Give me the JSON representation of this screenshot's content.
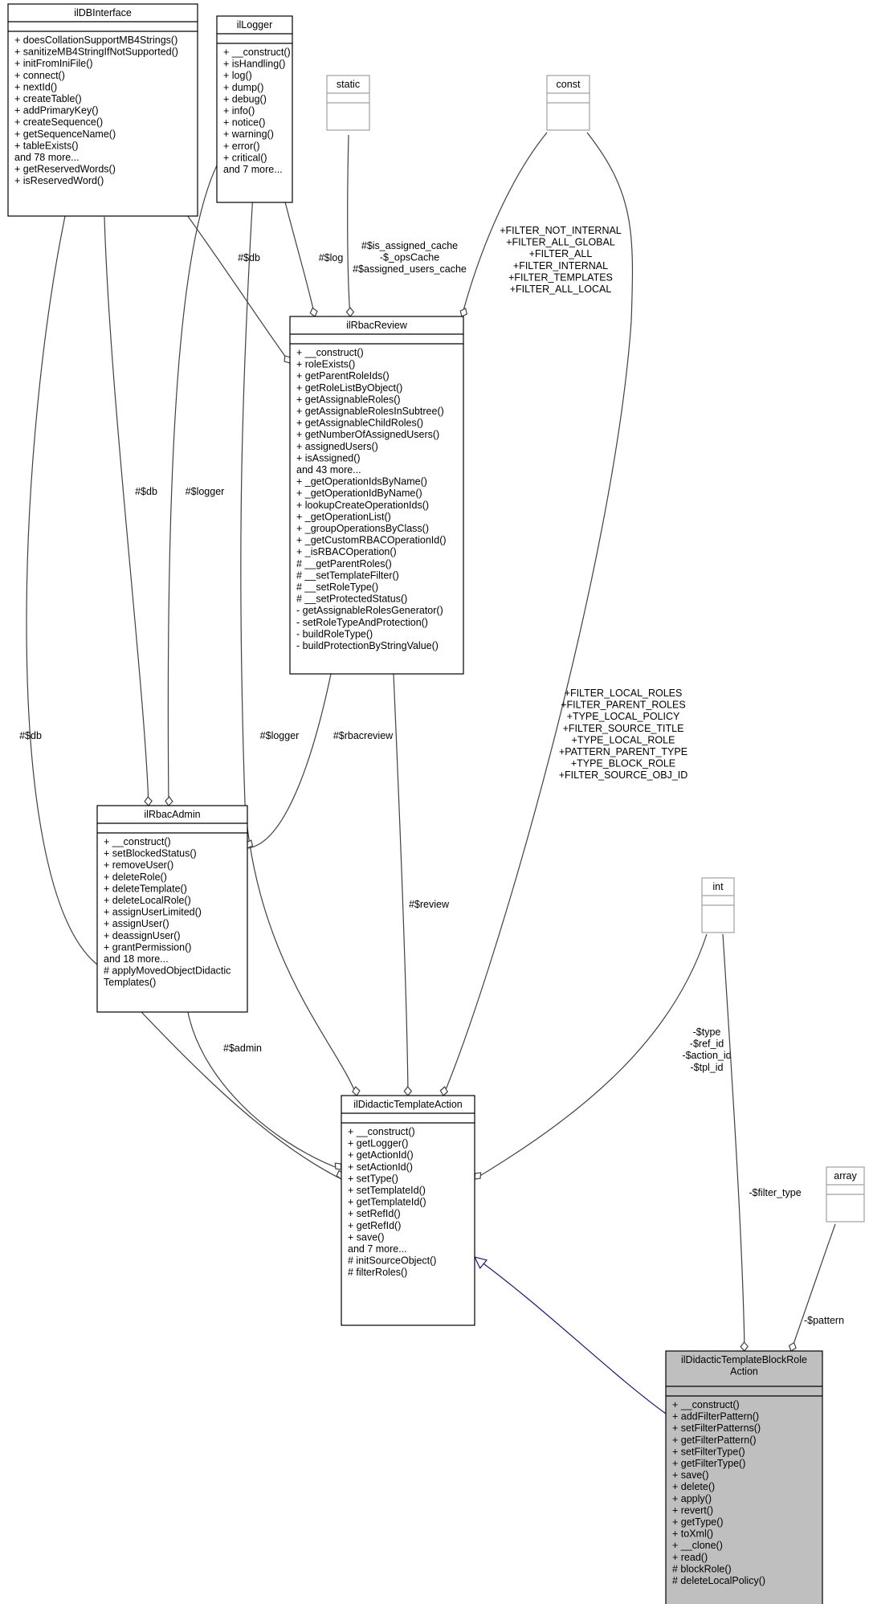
{
  "classes": {
    "ildbinterface": {
      "name": [
        "ilDBInterface"
      ],
      "attributes": [],
      "methods": [
        "+ doesCollationSupportMB4Strings()",
        "+ sanitizeMB4StringIfNotSupported()",
        "+ initFromIniFile()",
        "+ connect()",
        "+ nextId()",
        "+ createTable()",
        "+ addPrimaryKey()",
        "+ createSequence()",
        "+ getSequenceName()",
        "+ tableExists()",
        "and 78 more...",
        "+ getReservedWords()",
        "+ isReservedWord()"
      ],
      "style": "normal"
    },
    "illogger": {
      "name": [
        "ilLogger"
      ],
      "attributes": [],
      "methods": [
        "+ __construct()",
        "+ isHandling()",
        "+ log()",
        "+ dump()",
        "+ debug()",
        "+ info()",
        "+ notice()",
        "+ warning()",
        "+ error()",
        "+ critical()",
        "and 7 more..."
      ],
      "style": "normal"
    },
    "static": {
      "name": [
        "static"
      ],
      "attributes": [],
      "methods": [],
      "style": "grey"
    },
    "const": {
      "name": [
        "const"
      ],
      "attributes": [],
      "methods": [],
      "style": "grey"
    },
    "ilrbacreview": {
      "name": [
        "ilRbacReview"
      ],
      "attributes": [],
      "methods": [
        "+ __construct()",
        "+ roleExists()",
        "+ getParentRoleIds()",
        "+ getRoleListByObject()",
        "+ getAssignableRoles()",
        "+ getAssignableRolesInSubtree()",
        "+ getAssignableChildRoles()",
        "+ getNumberOfAssignedUsers()",
        "+ assignedUsers()",
        "+ isAssigned()",
        "and 43 more...",
        "+ _getOperationIdsByName()",
        "+ _getOperationIdByName()",
        "+ lookupCreateOperationIds()",
        "+ _getOperationList()",
        "+ _groupOperationsByClass()",
        "+ _getCustomRBACOperationId()",
        "+ _isRBACOperation()",
        "# __getParentRoles()",
        "# __setTemplateFilter()",
        "# __setRoleType()",
        "# __setProtectedStatus()",
        "- getAssignableRolesGenerator()",
        "- setRoleTypeAndProtection()",
        "- buildRoleType()",
        "- buildProtectionByStringValue()"
      ],
      "style": "normal"
    },
    "ilrbacadmin": {
      "name": [
        "ilRbacAdmin"
      ],
      "attributes": [],
      "methods": [
        "+ __construct()",
        "+ setBlockedStatus()",
        "+ removeUser()",
        "+ deleteRole()",
        "+ deleteTemplate()",
        "+ deleteLocalRole()",
        "+ assignUserLimited()",
        "+ assignUser()",
        "+ deassignUser()",
        "+ grantPermission()",
        "and 18 more...",
        "# applyMovedObjectDidactic",
        "Templates()"
      ],
      "style": "normal"
    },
    "int": {
      "name": [
        "int"
      ],
      "attributes": [],
      "methods": [],
      "style": "grey"
    },
    "array": {
      "name": [
        "array"
      ],
      "attributes": [],
      "methods": [],
      "style": "grey"
    },
    "ildidactictemplateaction": {
      "name": [
        "ilDidacticTemplateAction"
      ],
      "attributes": [],
      "methods": [
        "+ __construct()",
        "+ getLogger()",
        "+ getActionId()",
        "+ setActionId()",
        "+ setType()",
        "+ setTemplateId()",
        "+ getTemplateId()",
        "+ setRefId()",
        "+ getRefId()",
        "+ save()",
        "and 7 more...",
        "# initSourceObject()",
        "# filterRoles()"
      ],
      "style": "normal"
    },
    "ildidactictemplateblockroleaction": {
      "name": [
        "ilDidacticTemplateBlockRole",
        "Action"
      ],
      "attributes": [],
      "methods": [
        "+ __construct()",
        "+ addFilterPattern()",
        "+ setFilterPatterns()",
        "+ getFilterPattern()",
        "+ setFilterType()",
        "+ getFilterType()",
        "+ save()",
        "+ delete()",
        "+ apply()",
        "+ revert()",
        "+ getType()",
        "+ toXml()",
        "+ __clone()",
        "+ read()",
        "# blockRole()",
        "# deleteLocalPolicy()"
      ],
      "style": "focus"
    }
  },
  "edge_labels": {
    "dbinterface_review": [
      "#$db"
    ],
    "logger_review": [
      "#$log"
    ],
    "static_review": [
      "#$is_assigned_cache",
      "-$_opsCache",
      "#$assigned_users_cache"
    ],
    "const_review": [
      "+FILTER_NOT_INTERNAL",
      "+FILTER_ALL_GLOBAL",
      "+FILTER_ALL",
      "+FILTER_INTERNAL",
      "+FILTER_TEMPLATES",
      "+FILTER_ALL_LOCAL"
    ],
    "dbinterface_admin": [
      "#$db"
    ],
    "logger_admin": [
      "#$logger"
    ],
    "dbinterface_action": [
      "#$db"
    ],
    "logger_action": [
      "#$logger"
    ],
    "review_admin": [
      "#$rbacreview"
    ],
    "review_action": [
      "#$review"
    ],
    "const_action": [
      "+FILTER_LOCAL_ROLES",
      "+FILTER_PARENT_ROLES",
      "+TYPE_LOCAL_POLICY",
      "+FILTER_SOURCE_TITLE",
      "+TYPE_LOCAL_ROLE",
      "+PATTERN_PARENT_TYPE",
      "+TYPE_BLOCK_ROLE",
      "+FILTER_SOURCE_OBJ_ID"
    ],
    "admin_action": [
      "#$admin"
    ],
    "int_action": [
      "-$type",
      "-$ref_id",
      "-$action_id",
      "-$tpl_id"
    ],
    "int_block": [
      "-$filter_type"
    ],
    "array_block": [
      "-$pattern"
    ]
  },
  "colors": {
    "box_border": "#000000",
    "grey_border": "#a0a0a0",
    "focus_fill": "#bfbfbf",
    "edge": "#404040",
    "inherit_edge": "#191970"
  }
}
